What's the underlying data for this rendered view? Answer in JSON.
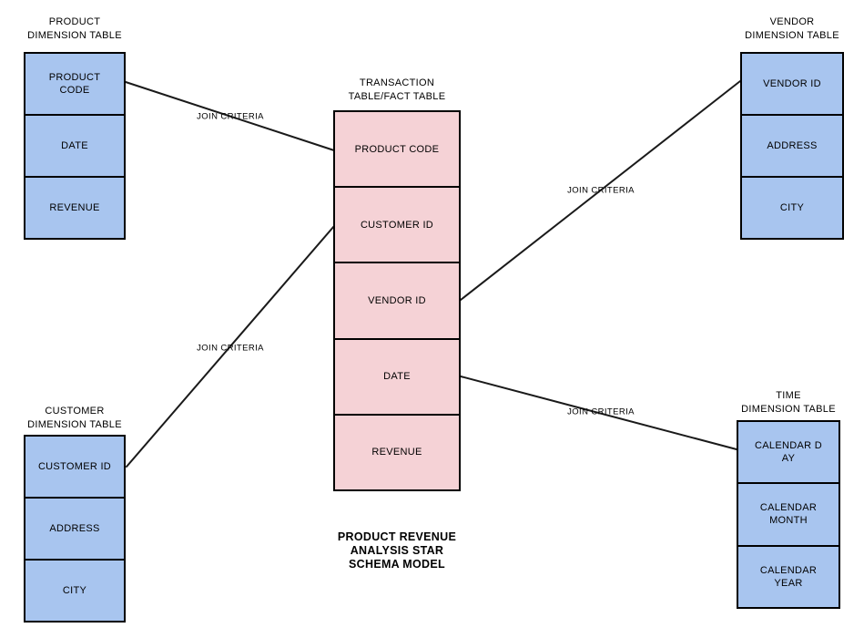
{
  "diagram": {
    "caption": "PRODUCT REVENUE\nANALYSIS STAR\nSCHEMA MODEL"
  },
  "colors": {
    "dimension_fill": "#A8C5EF",
    "fact_fill": "#F5D2D6",
    "border": "#000000",
    "line": "#1A1A1A",
    "background": "#FFFFFF",
    "text": "#000000"
  },
  "tables": {
    "product": {
      "title": "PRODUCT\nDIMENSION TABLE",
      "rows": [
        "PRODUCT\nCODE",
        "DATE",
        "REVENUE"
      ]
    },
    "customer": {
      "title": "CUSTOMER\nDIMENSION TABLE",
      "rows": [
        "CUSTOMER ID",
        "ADDRESS",
        "CITY"
      ]
    },
    "fact": {
      "title": "TRANSACTION\nTABLE/FACT TABLE",
      "rows": [
        "PRODUCT CODE",
        "CUSTOMER ID",
        "VENDOR ID",
        "DATE",
        "REVENUE"
      ]
    },
    "vendor": {
      "title": "VENDOR\nDIMENSION TABLE",
      "rows": [
        "VENDOR ID",
        "ADDRESS",
        "CITY"
      ]
    },
    "time": {
      "title": "TIME\nDIMENSION TABLE",
      "rows": [
        "CALENDAR D\nAY",
        "CALENDAR\nMONTH",
        "CALENDAR\nYEAR"
      ]
    }
  },
  "connections": [
    {
      "label": "JOIN CRITERIA",
      "from": "PRODUCT DIMENSION TABLE: PRODUCT CODE",
      "to": "FACT TABLE: PRODUCT CODE"
    },
    {
      "label": "JOIN CRITERIA",
      "from": "CUSTOMER DIMENSION TABLE: CUSTOMER ID",
      "to": "FACT TABLE: CUSTOMER ID"
    },
    {
      "label": "JOIN CRITERIA",
      "from": "FACT TABLE: VENDOR ID",
      "to": "VENDOR DIMENSION TABLE: VENDOR ID"
    },
    {
      "label": "JOIN CRITERIA",
      "from": "FACT TABLE: DATE",
      "to": "TIME DIMENSION TABLE: CALENDAR DAY"
    }
  ]
}
